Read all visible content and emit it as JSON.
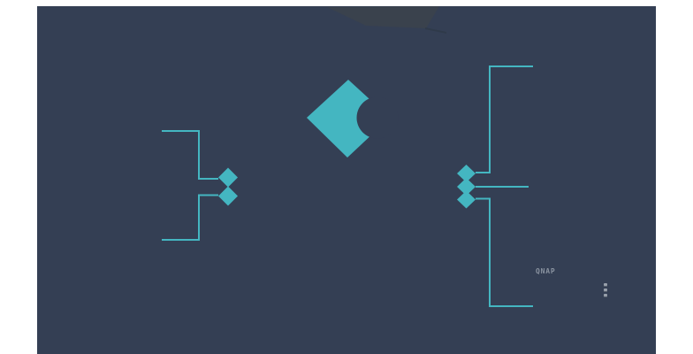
{
  "theme": {
    "page-bg": "#ffffff",
    "panel-bg": "#343F54",
    "accent": "#44B6C1",
    "wedge": "#3A424D",
    "shadow": "#2E3947",
    "logo-grey": "#8A93A0",
    "dot-grey": "#98A0AB"
  },
  "banner": {
    "logo": {
      "text": "QNAP"
    },
    "icons": {
      "center_emblem": "diamond-with-bite-icon",
      "left_callout": "two-diamond-chain-icon",
      "right_callout": "three-diamond-chain-icon",
      "vent_dots": "three-dot-column-icon"
    },
    "counts": {
      "left_diamonds": 2,
      "right_diamonds": 3,
      "vent_dots": 3
    }
  }
}
